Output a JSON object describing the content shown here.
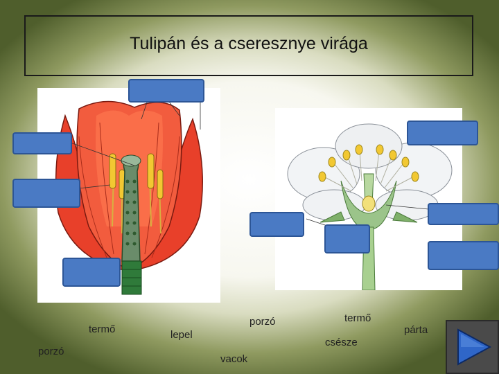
{
  "title": "Tulipán és a cseresznye virága",
  "images": {
    "tulip": "tulip-flower-cross-section",
    "cherry": "cherry-flower-cross-section"
  },
  "drop_slot_color": "#4a7ac4",
  "labels": {
    "termo_1": "termő",
    "porzo_1": "porzó",
    "lepel": "lepel",
    "porzo_2": "porzó",
    "vacok": "vacok",
    "termo_2": "termő",
    "csesze": "csésze",
    "parta": "párta"
  },
  "next_button": {
    "icon": "play-triangle-icon",
    "color": "#2f66c8"
  }
}
